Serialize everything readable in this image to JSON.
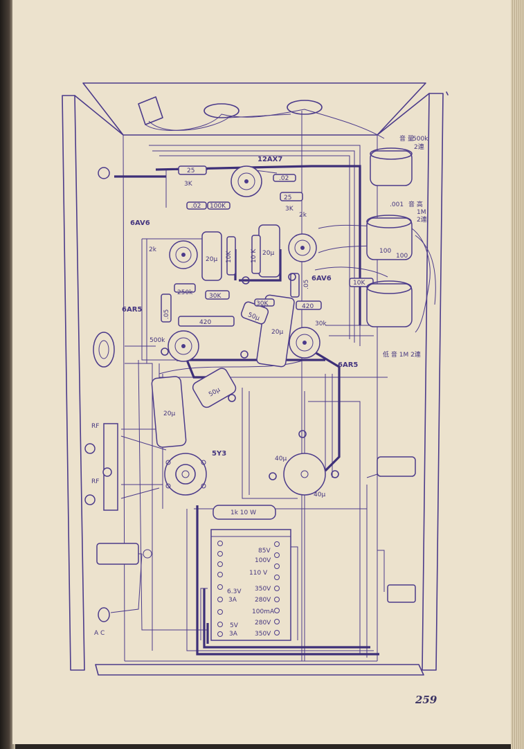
{
  "page_number": "259",
  "tubes": {
    "t12ax7": "12AX7",
    "t6av6_left": "6AV6",
    "t6av6_right": "6AV6",
    "t6ar5_left": "6AR5",
    "t6ar5_right": "6AR5",
    "t5y3": "5Y3"
  },
  "controls": {
    "volume": "音 量",
    "volume_value": "500k",
    "volume_gang": "2連",
    "tone_value": ".001",
    "tone_label": "音 高",
    "tone_pot": "1M",
    "tone_gang": "2連",
    "balance": "低 音 1M 2連"
  },
  "components": {
    "r25_top": "25",
    "r3k_top": "3K",
    "c02_left": ".02",
    "r100k": "100K",
    "c02_right": ".02",
    "r25_right": "25",
    "r3k_right": "3K",
    "r2k_right": "2k",
    "r2k_left": "2k",
    "c20u_a": "20μ",
    "c20u_b": "20μ",
    "r10k_a": "10K",
    "r10k_b": "10 K",
    "r250k": "250k",
    "r30k_a": "30K",
    "r30k_b": "30K",
    "c05_left": ".05",
    "r420_a": "420",
    "r420_b": "420",
    "c50u_a": "50μ",
    "c20u_center": "20μ",
    "r500k": "500k",
    "c50u_b": "50μ",
    "c20u_bottom": "20μ",
    "c05_right": ".05",
    "r10k_c": "10K",
    "c100_a": "100",
    "c100_b": "100",
    "r1k10w": "1k 10 W",
    "c40u_top": "40μ",
    "c40u_bottom": "40μ",
    "r30_side": "30k"
  },
  "jacks": {
    "rf_top": "RF",
    "rf_bottom": "RF",
    "ac": "A C"
  },
  "transformer": {
    "primary_6v3": "6.3V",
    "primary_3a": "3A",
    "primary_5v": "5V",
    "primary_5v_3a": "3A",
    "tap_85v": "85V",
    "tap_100v": "100V",
    "tap_110v": "110 V",
    "tap_350v_a": "350V",
    "tap_280v_a": "280V",
    "tap_100ma": "100mA",
    "tap_280v_b": "280V",
    "tap_350v_b": "350V"
  }
}
